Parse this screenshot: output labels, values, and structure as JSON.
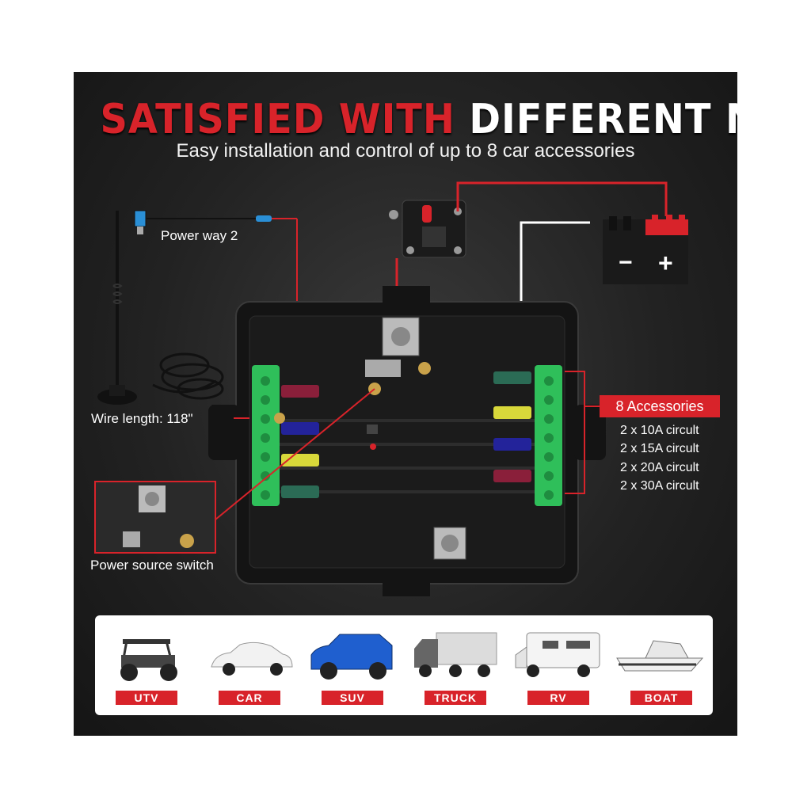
{
  "headline": {
    "part1": "SATISFIED WITH",
    "part2": "DIFFERENT NEEDS"
  },
  "subtitle": "Easy installation and control of up to 8 car accessories",
  "labels": {
    "power_way": "Power way 2",
    "wire_length": "Wire length: 118\"",
    "power_switch": "Power source switch",
    "accessories": "8 Accessories"
  },
  "circuits": [
    "2 x 10A circult",
    "2 x 15A circult",
    "2 x 20A circult",
    "2 x 30A circult"
  ],
  "battery": {
    "minus": "−",
    "plus": "+"
  },
  "vehicles": [
    "UTV",
    "CAR",
    "SUV",
    "TRUCK",
    "RV",
    "BOAT"
  ],
  "colors": {
    "accent": "#d8232a",
    "terminal_green": "#2fbf5a",
    "background": "#222222"
  }
}
